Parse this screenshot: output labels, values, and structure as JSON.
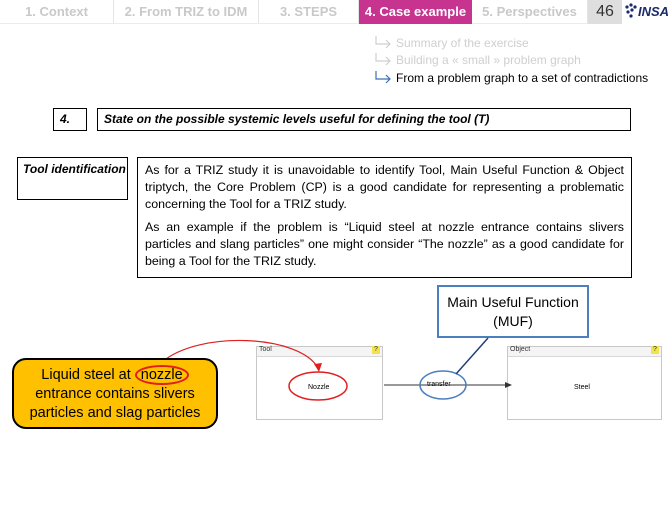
{
  "nav": {
    "tabs": [
      {
        "label": "1. Context"
      },
      {
        "label": "2. From TRIZ to IDM"
      },
      {
        "label": "3. STEPS"
      },
      {
        "label": "4. Case example"
      },
      {
        "label": "5. Perspectives"
      }
    ],
    "page_number": "46",
    "logo_text": "INSA"
  },
  "breadcrumb": [
    {
      "label": "Summary of the exercise"
    },
    {
      "label": "Building a « small » problem graph"
    },
    {
      "label": "From a problem graph to a set of contradictions"
    }
  ],
  "step": {
    "number": "4.",
    "title": "State on the possible systemic levels useful for defining the tool (T)"
  },
  "section": {
    "label": "Tool identification",
    "paragraphs": [
      "As for a TRIZ study it is unavoidable to identify Tool, Main Useful Function & Object triptych,  the Core Problem (CP) is a good candidate for representing a problematic concerning the Tool for a TRIZ study.",
      "As an example if the problem is “Liquid steel at nozzle entrance contains slivers particles and slang particles” one might consider “The nozzle” as a good candidate for being a Tool for the TRIZ study."
    ]
  },
  "diagram": {
    "muf_label": "Main Useful Function (MUF)",
    "callout": {
      "line1_before": "Liquid steel at ",
      "highlight": "nozzle",
      "rest": "entrance contains slivers particles and slag particles"
    },
    "tool_box": {
      "title": "Tool",
      "help": "?",
      "value": "Nozzle"
    },
    "object_box": {
      "title": "Object",
      "help": "?",
      "value": "Steel"
    },
    "action": "transfer",
    "colors": {
      "accent": "#c6348f",
      "oval": "#e02020",
      "muf_border": "#4b7fbf",
      "callout": "#ffc000"
    }
  }
}
